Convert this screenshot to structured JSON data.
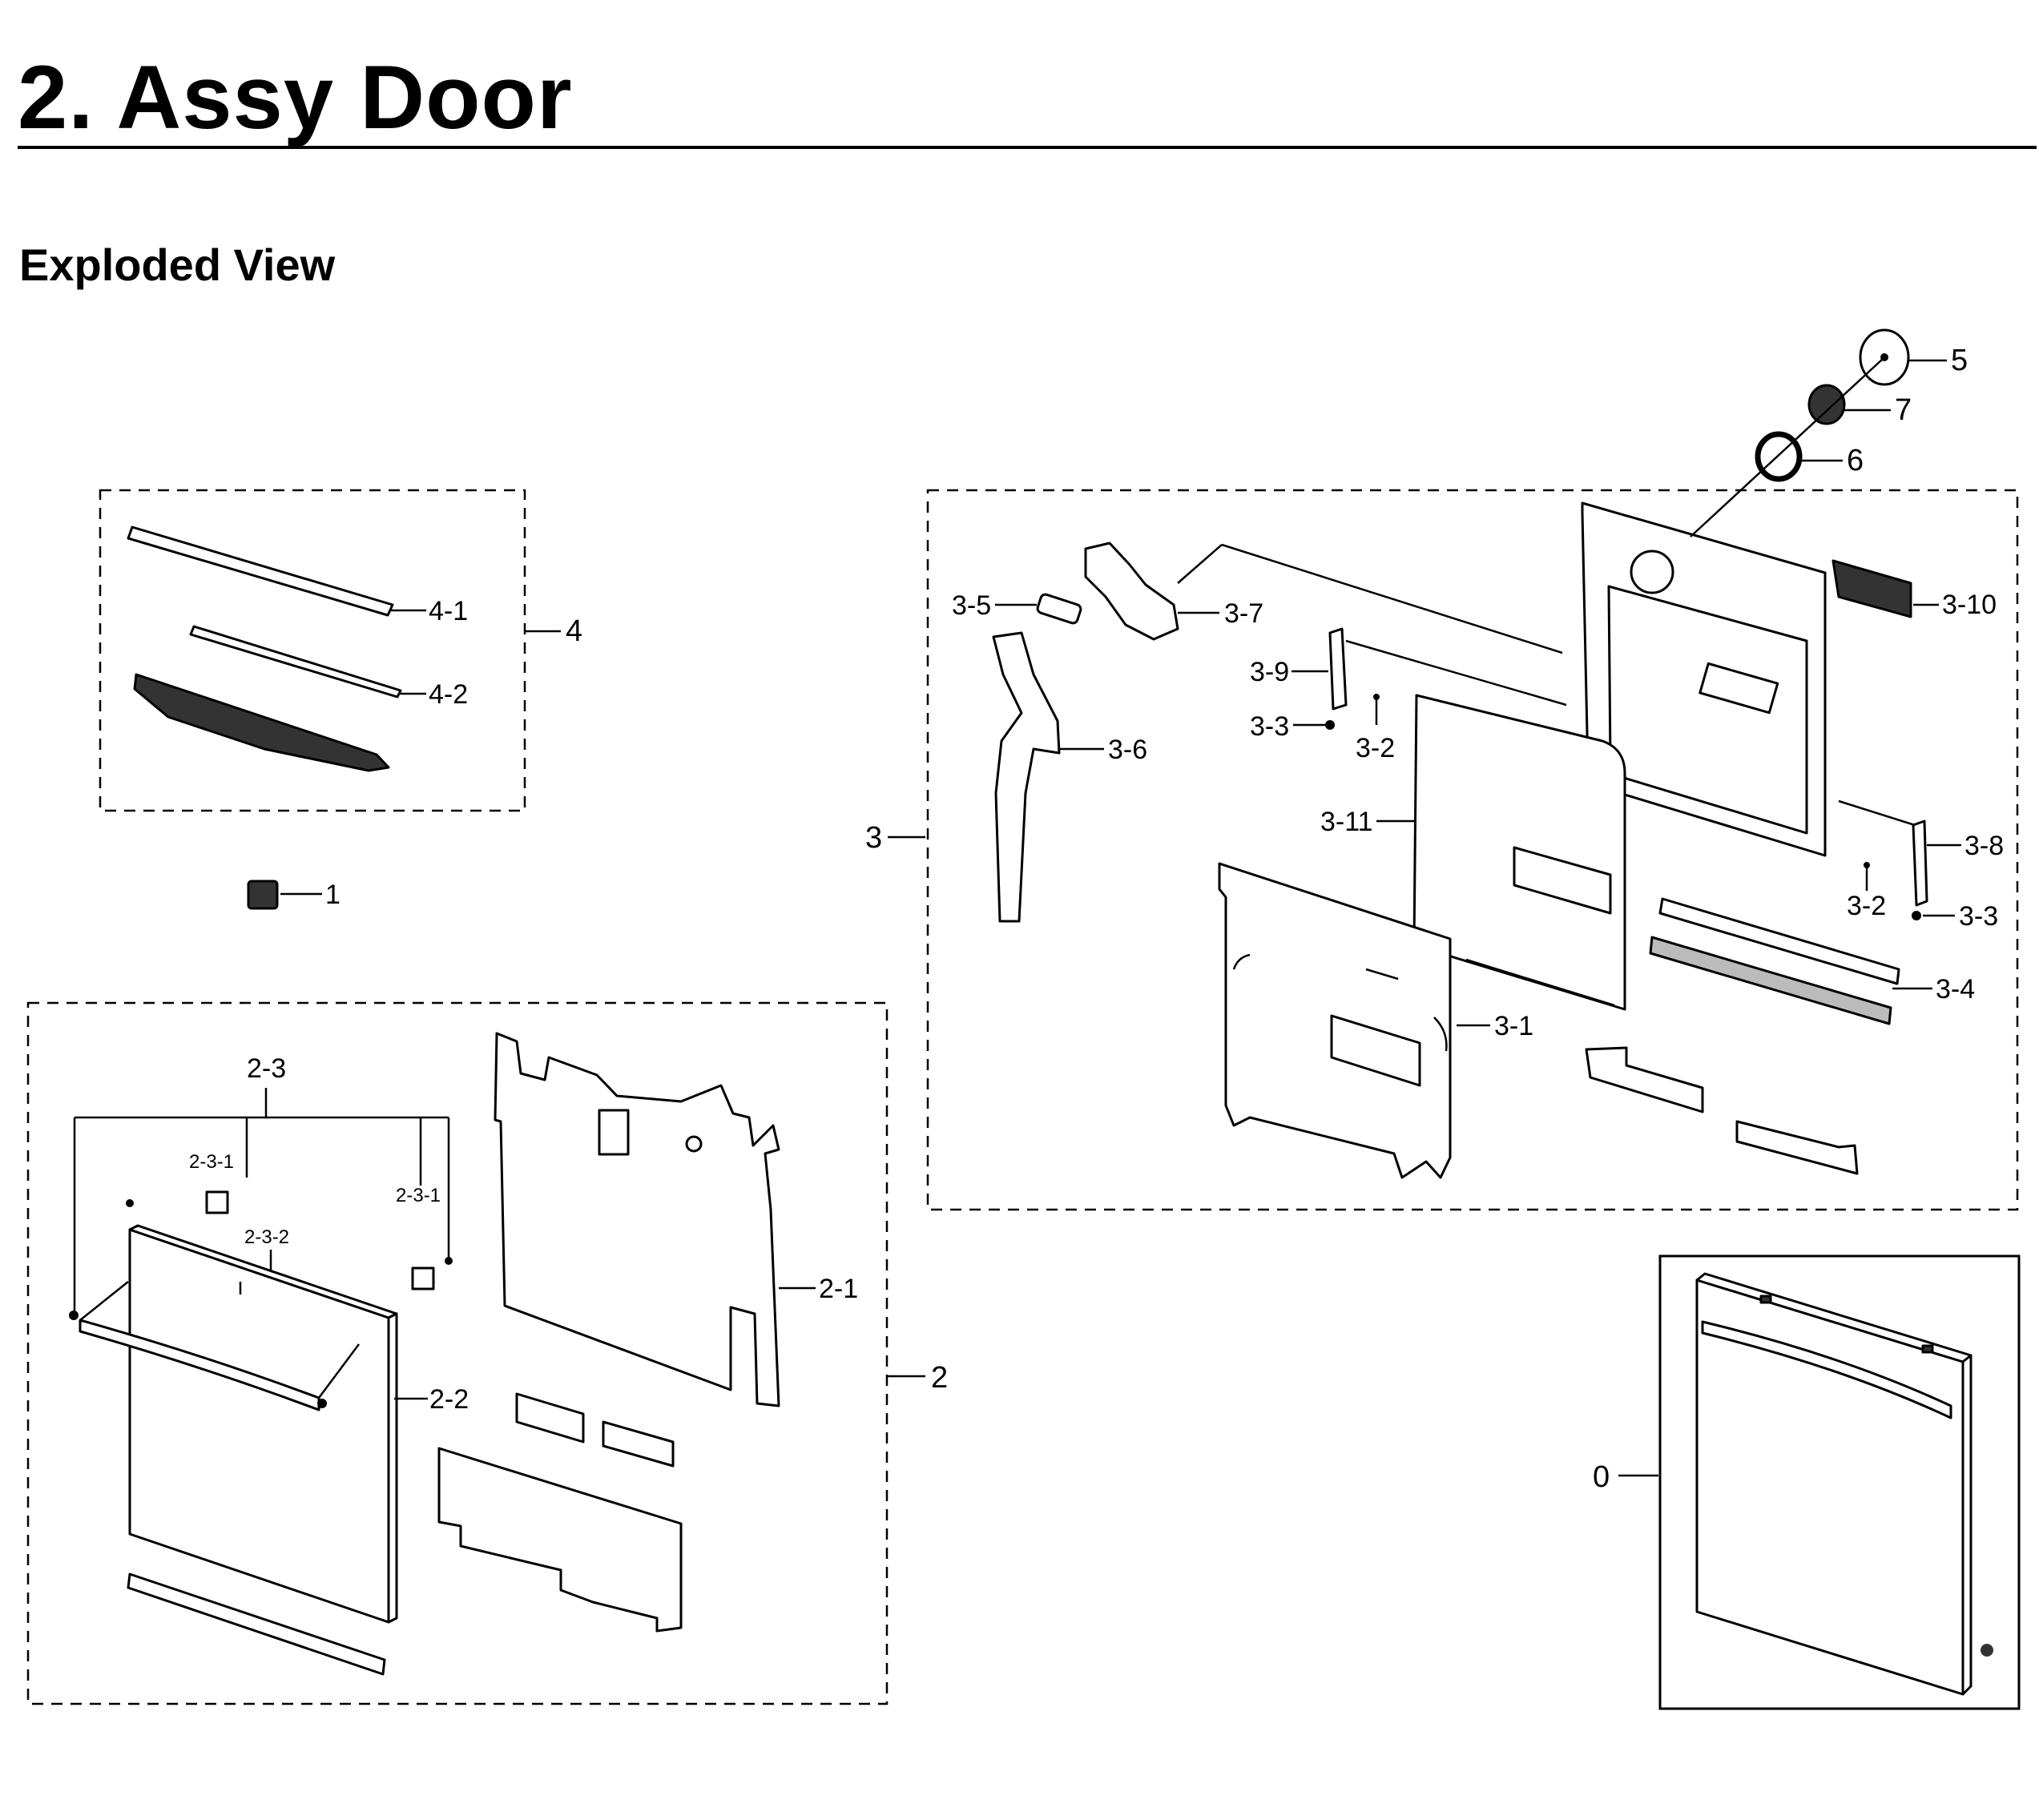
{
  "header": {
    "title": "2.  Assy Door",
    "subtitle": "Exploded View"
  },
  "labels": {
    "l0": "0",
    "l1": "1",
    "l2": "2",
    "l2_1": "2-1",
    "l2_2": "2-2",
    "l2_3": "2-3",
    "l2_3_1a": "2-3-1",
    "l2_3_1b": "2-3-1",
    "l2_3_2": "2-3-2",
    "l3": "3",
    "l3_1": "3-1",
    "l3_2a": "3-2",
    "l3_2b": "3-2",
    "l3_3a": "3-3",
    "l3_3b": "3-3",
    "l3_4": "3-4",
    "l3_5": "3-5",
    "l3_6": "3-6",
    "l3_7": "3-7",
    "l3_8": "3-8",
    "l3_9": "3-9",
    "l3_10": "3-10",
    "l3_11": "3-11",
    "l4": "4",
    "l4_1": "4-1",
    "l4_2": "4-2",
    "l5": "5",
    "l6": "6",
    "l7": "7"
  }
}
